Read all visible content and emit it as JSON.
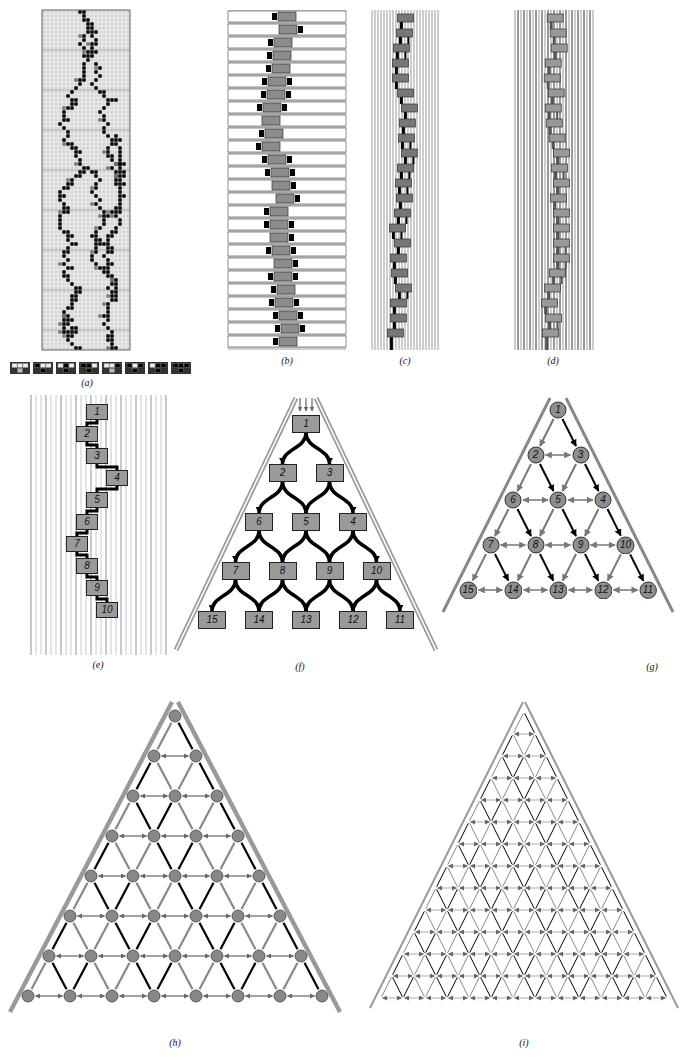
{
  "diagram": {
    "nodes": [
      {
        "text": [
          "1"
        ]
      },
      {
        "text": [
          "2"
        ]
      },
      {
        "text": [
          "3"
        ]
      },
      {
        "text": [
          "4"
        ]
      },
      {
        "text": [
          "5"
        ]
      },
      {
        "text": [
          "6"
        ]
      },
      {
        "text": [
          "7"
        ]
      },
      {
        "text": [
          "8"
        ]
      },
      {
        "text": [
          "9"
        ]
      },
      {
        "text": [
          "10"
        ]
      },
      {
        "text": [
          "1"
        ]
      },
      {
        "text": [
          "2"
        ]
      },
      {
        "text": [
          "3"
        ]
      },
      {
        "text": [
          "4"
        ]
      },
      {
        "text": [
          "5"
        ]
      },
      {
        "text": [
          "6"
        ]
      },
      {
        "text": [
          "7"
        ]
      },
      {
        "text": [
          "8"
        ]
      },
      {
        "text": [
          "9"
        ]
      },
      {
        "text": [
          "10"
        ]
      },
      {
        "text": [
          "11"
        ]
      },
      {
        "text": [
          "12"
        ]
      },
      {
        "text": [
          "13"
        ]
      },
      {
        "text": [
          "14"
        ]
      },
      {
        "text": [
          "15"
        ]
      },
      {
        "text": [
          "1"
        ]
      },
      {
        "text": [
          "2"
        ]
      },
      {
        "text": [
          "3"
        ]
      },
      {
        "text": [
          "4"
        ]
      },
      {
        "text": [
          "5"
        ]
      },
      {
        "text": [
          "6"
        ]
      },
      {
        "text": [
          "7"
        ]
      },
      {
        "text": [
          "8"
        ]
      },
      {
        "text": [
          "9"
        ]
      },
      {
        "text": [
          "10"
        ]
      },
      {
        "text": [
          "11"
        ]
      },
      {
        "text": [
          "12"
        ]
      },
      {
        "text": [
          "13"
        ]
      },
      {
        "text": [
          "14"
        ]
      },
      {
        "text": [
          "15"
        ]
      }
    ],
    "edges": [
      {
        "from": 0,
        "to": 1,
        "arrow": "none"
      },
      {
        "from": 1,
        "to": 2,
        "arrow": "none"
      },
      {
        "from": 2,
        "to": 3,
        "arrow": "none"
      },
      {
        "from": 3,
        "to": 4,
        "arrow": "none"
      },
      {
        "from": 4,
        "to": 5,
        "arrow": "none"
      },
      {
        "from": 5,
        "to": 6,
        "arrow": "none"
      },
      {
        "from": 6,
        "to": 7,
        "arrow": "none"
      },
      {
        "from": 7,
        "to": 8,
        "arrow": "none"
      },
      {
        "from": 8,
        "to": 9,
        "arrow": "none"
      },
      {
        "from": 10,
        "to": 11,
        "arrow": "to"
      },
      {
        "from": 10,
        "to": 12,
        "arrow": "to"
      },
      {
        "from": 11,
        "to": 15,
        "arrow": "to"
      },
      {
        "from": 11,
        "to": 14,
        "arrow": "to"
      },
      {
        "from": 12,
        "to": 14,
        "arrow": "to"
      },
      {
        "from": 12,
        "to": 13,
        "arrow": "to"
      },
      {
        "from": 15,
        "to": 16,
        "arrow": "to"
      },
      {
        "from": 15,
        "to": 17,
        "arrow": "to"
      },
      {
        "from": 14,
        "to": 17,
        "arrow": "to"
      },
      {
        "from": 14,
        "to": 18,
        "arrow": "to"
      },
      {
        "from": 13,
        "to": 18,
        "arrow": "to"
      },
      {
        "from": 13,
        "to": 19,
        "arrow": "to"
      },
      {
        "from": 16,
        "to": 24,
        "arrow": "to"
      },
      {
        "from": 16,
        "to": 23,
        "arrow": "to"
      },
      {
        "from": 17,
        "to": 23,
        "arrow": "to"
      },
      {
        "from": 17,
        "to": 22,
        "arrow": "to"
      },
      {
        "from": 18,
        "to": 22,
        "arrow": "to"
      },
      {
        "from": 18,
        "to": 21,
        "arrow": "to"
      },
      {
        "from": 19,
        "to": 21,
        "arrow": "to"
      },
      {
        "from": 19,
        "to": 20,
        "arrow": "to"
      },
      {
        "from": 25,
        "to": 26,
        "arrow": "to"
      },
      {
        "from": 25,
        "to": 27,
        "arrow": "to"
      },
      {
        "from": 26,
        "to": 30,
        "arrow": "to"
      },
      {
        "from": 26,
        "to": 29,
        "arrow": "to"
      },
      {
        "from": 27,
        "to": 29,
        "arrow": "to"
      },
      {
        "from": 27,
        "to": 28,
        "arrow": "to"
      },
      {
        "from": 30,
        "to": 31,
        "arrow": "to"
      },
      {
        "from": 30,
        "to": 32,
        "arrow": "to"
      },
      {
        "from": 29,
        "to": 32,
        "arrow": "to"
      },
      {
        "from": 29,
        "to": 33,
        "arrow": "to"
      },
      {
        "from": 28,
        "to": 33,
        "arrow": "to"
      },
      {
        "from": 28,
        "to": 34,
        "arrow": "to"
      },
      {
        "from": 31,
        "to": 39,
        "arrow": "to"
      },
      {
        "from": 31,
        "to": 38,
        "arrow": "to"
      },
      {
        "from": 32,
        "to": 38,
        "arrow": "to"
      },
      {
        "from": 32,
        "to": 37,
        "arrow": "to"
      },
      {
        "from": 33,
        "to": 37,
        "arrow": "to"
      },
      {
        "from": 33,
        "to": 36,
        "arrow": "to"
      },
      {
        "from": 34,
        "to": 36,
        "arrow": "to"
      },
      {
        "from": 34,
        "to": 35,
        "arrow": "to"
      },
      {
        "from": 26,
        "to": 27,
        "arrow": "both"
      },
      {
        "from": 30,
        "to": 29,
        "arrow": "both"
      },
      {
        "from": 29,
        "to": 28,
        "arrow": "both"
      },
      {
        "from": 31,
        "to": 32,
        "arrow": "both"
      },
      {
        "from": 32,
        "to": 33,
        "arrow": "both"
      },
      {
        "from": 33,
        "to": 34,
        "arrow": "both"
      },
      {
        "from": 39,
        "to": 38,
        "arrow": "both"
      },
      {
        "from": 38,
        "to": 37,
        "arrow": "both"
      },
      {
        "from": 37,
        "to": 36,
        "arrow": "both"
      },
      {
        "from": 36,
        "to": 35,
        "arrow": "both"
      }
    ],
    "labels": [
      "(a)",
      "(b)",
      "(c)",
      "(d)",
      "(e)",
      "(f)",
      "(g)",
      "(h)",
      "(i)"
    ]
  }
}
